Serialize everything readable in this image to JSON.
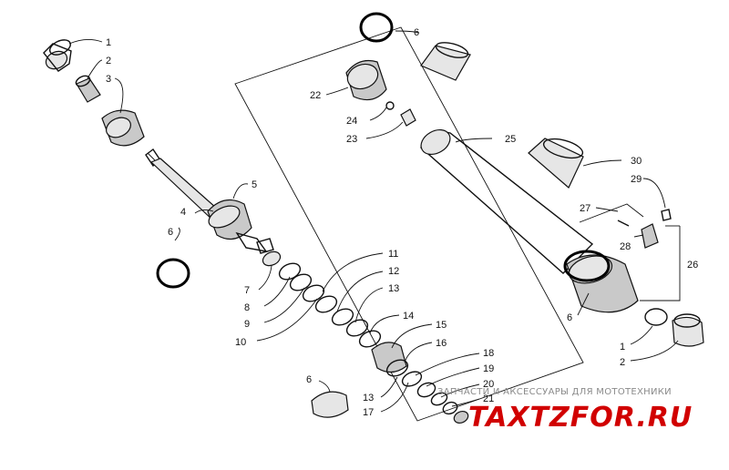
{
  "callouts": [
    {
      "id": "c1a",
      "label": "1"
    },
    {
      "id": "c2a",
      "label": "2"
    },
    {
      "id": "c3",
      "label": "3"
    },
    {
      "id": "c5",
      "label": "5"
    },
    {
      "id": "c4",
      "label": "4"
    },
    {
      "id": "c6a",
      "label": "6"
    },
    {
      "id": "c7",
      "label": "7"
    },
    {
      "id": "c8",
      "label": "8"
    },
    {
      "id": "c9",
      "label": "9"
    },
    {
      "id": "c10",
      "label": "10"
    },
    {
      "id": "c11",
      "label": "11"
    },
    {
      "id": "c12",
      "label": "12"
    },
    {
      "id": "c13a",
      "label": "13"
    },
    {
      "id": "c14",
      "label": "14"
    },
    {
      "id": "c15",
      "label": "15"
    },
    {
      "id": "c16",
      "label": "16"
    },
    {
      "id": "c18",
      "label": "18"
    },
    {
      "id": "c19",
      "label": "19"
    },
    {
      "id": "c20",
      "label": "20"
    },
    {
      "id": "c21",
      "label": "21"
    },
    {
      "id": "c13b",
      "label": "13"
    },
    {
      "id": "c17",
      "label": "17"
    },
    {
      "id": "c6b",
      "label": "6"
    },
    {
      "id": "c6c",
      "label": "6"
    },
    {
      "id": "c22",
      "label": "22"
    },
    {
      "id": "c24",
      "label": "24"
    },
    {
      "id": "c23",
      "label": "23"
    },
    {
      "id": "c25",
      "label": "25"
    },
    {
      "id": "c30",
      "label": "30"
    },
    {
      "id": "c29",
      "label": "29"
    },
    {
      "id": "c27",
      "label": "27"
    },
    {
      "id": "c28",
      "label": "28"
    },
    {
      "id": "c26",
      "label": "26"
    },
    {
      "id": "c6d",
      "label": "6"
    },
    {
      "id": "c1b",
      "label": "1"
    },
    {
      "id": "c2b",
      "label": "2"
    }
  ],
  "watermark": {
    "tagline": "ЗАПЧАСТИ И АКСЕССУАРЫ ДЛЯ МОТОТЕХНИКИ",
    "logo": "TAXTZFOR.RU",
    "logo_color": "#d10000"
  }
}
